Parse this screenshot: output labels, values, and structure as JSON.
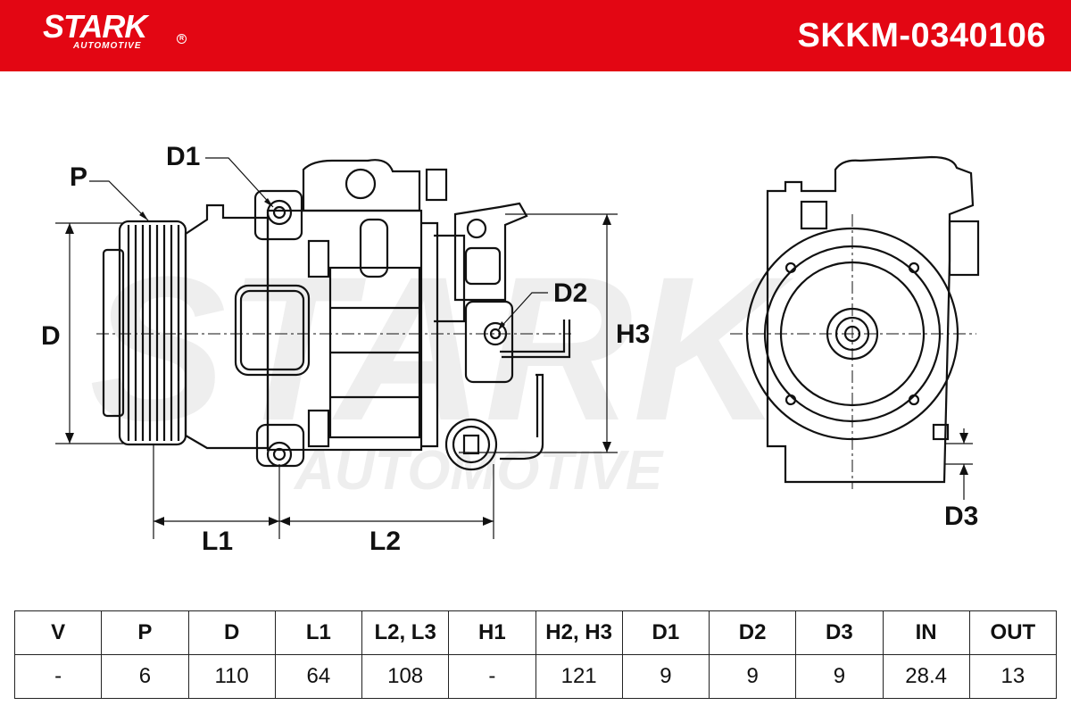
{
  "header": {
    "logo_text": "STARK",
    "logo_subtext": "AUTOMOTIVE",
    "part_number": "SKKM-0340106",
    "background_color": "#e30613"
  },
  "drawing": {
    "watermark_main": "STARK",
    "watermark_sub": "AUTOMOTIVE",
    "labels": {
      "p": "P",
      "d1": "D1",
      "d": "D",
      "d2": "D2",
      "h3": "H3",
      "l1": "L1",
      "l2": "L2",
      "d3": "D3"
    }
  },
  "spec_table": {
    "headers": [
      "V",
      "P",
      "D",
      "L1",
      "L2, L3",
      "H1",
      "H2, H3",
      "D1",
      "D2",
      "D3",
      "IN",
      "OUT"
    ],
    "values": [
      "-",
      "6",
      "110",
      "64",
      "108",
      "-",
      "121",
      "9",
      "9",
      "9",
      "28.4",
      "13"
    ]
  }
}
